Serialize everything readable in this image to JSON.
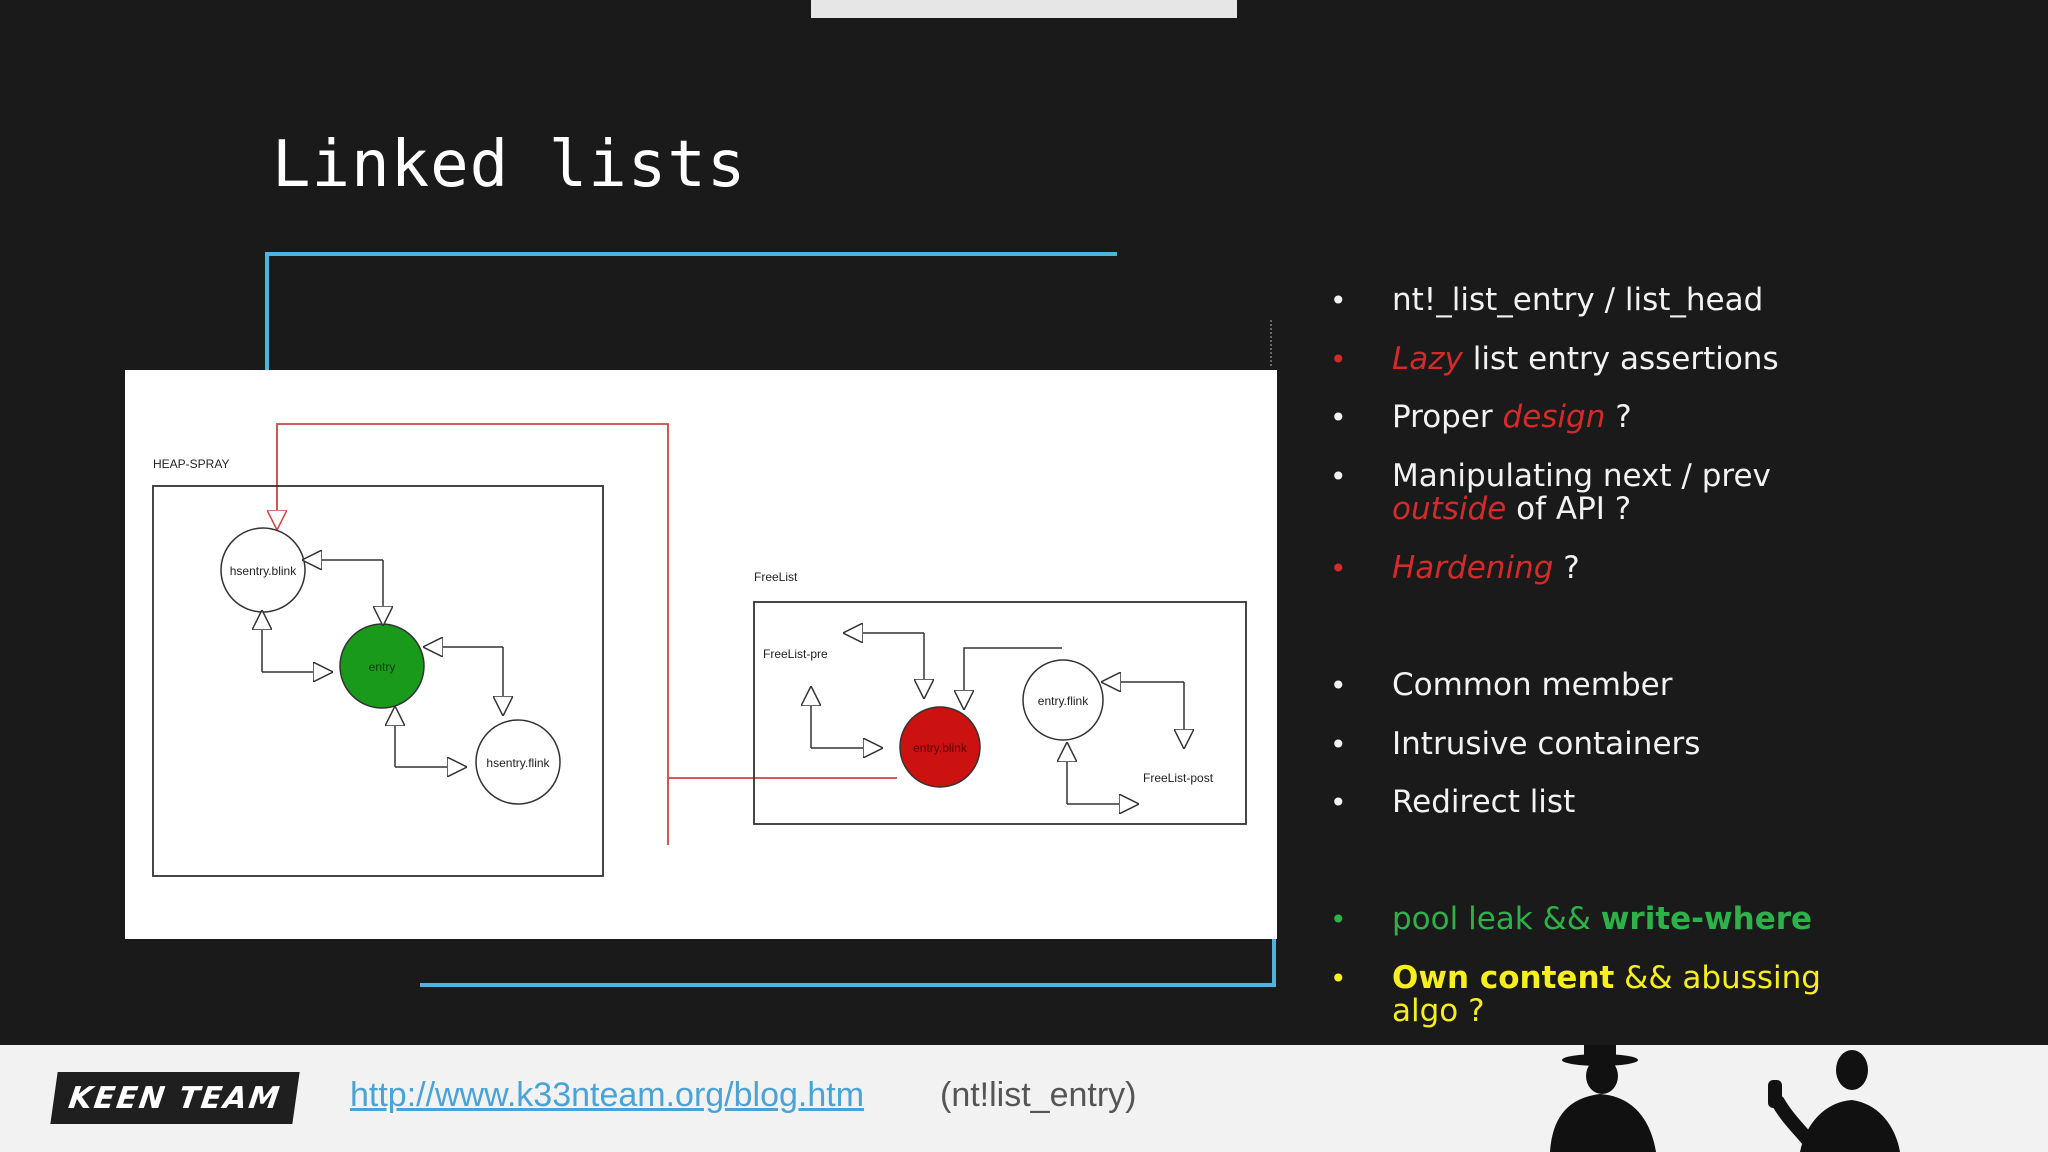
{
  "slide": {
    "title": "Linked lists"
  },
  "diagram": {
    "heap_spray_label": "HEAP-SPRAY",
    "freelist_label": "FreeList",
    "nodes": {
      "hsentry_blink": "hsentry.blink",
      "entry": "entry",
      "hsentry_flink": "hsentry.flink",
      "entry_blink": "entry.blink",
      "entry_flink": "entry.flink"
    },
    "freelist_pre": "FreeList-pre",
    "freelist_post": "FreeList-post"
  },
  "bullets": [
    {
      "text": "nt!_list_entry / list_head"
    },
    {
      "em": "Lazy",
      "text": " list entry assertions"
    },
    {
      "pre": "Proper ",
      "em": "design",
      "post": " ?"
    },
    {
      "line1": "Manipulating next / prev",
      "em": "outside",
      "post": " of API ?"
    },
    {
      "em": "Hardening",
      "post": " ?"
    },
    {
      "text": "Common member"
    },
    {
      "text": "Intrusive containers"
    },
    {
      "text": "Redirect list"
    },
    {
      "pre": "pool leak && ",
      "bold": "write-where"
    },
    {
      "bold": "Own content",
      "post": " && abussing",
      "line2": "algo ?"
    }
  ],
  "footer": {
    "logo": "KEEN TEAM",
    "url": "http://www.k33nteam.org/blog.htm",
    "ref": "(nt!list_entry)"
  },
  "colors": {
    "accent_blue": "#4fb3e0",
    "red": "#d42a2a",
    "green": "#2db24a",
    "yellow": "#f6ee1e"
  }
}
